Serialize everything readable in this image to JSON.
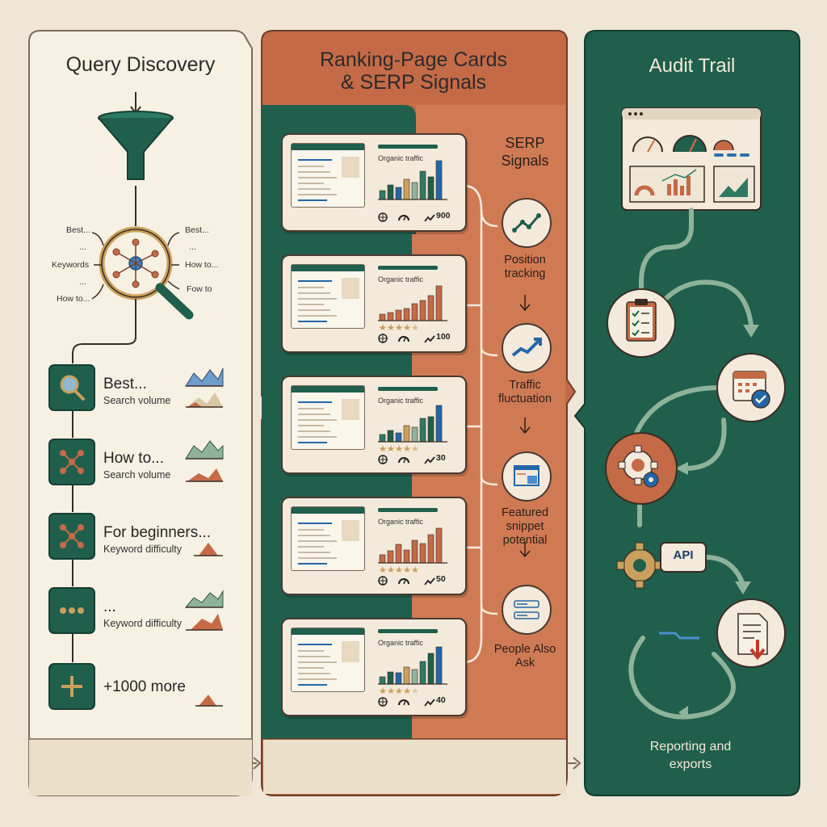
{
  "query": {
    "title": "Query Discovery",
    "magnifier_labels": {
      "left_top": "Best...",
      "left_dots": "...",
      "left_mid": "Keywords",
      "left_dots2": "...",
      "left_bottom": "How to...",
      "right_top": "Best...",
      "right_dots": "...",
      "right_mid": "How to...",
      "right_bottom": "Fow to"
    },
    "items": [
      {
        "label": "Best...",
        "sub": "Search volume",
        "icon": "magnifier-icon"
      },
      {
        "label": "How to...",
        "sub": "Search volume",
        "icon": "network-icon"
      },
      {
        "label": "For beginners...",
        "sub": "Keyword difficulty",
        "icon": "network-icon"
      },
      {
        "label": "...",
        "sub": "Keyword difficulty",
        "icon": "ellipsis-icon"
      },
      {
        "label": "+1000 more",
        "sub": "",
        "icon": "plus-icon"
      }
    ]
  },
  "ranking": {
    "title_line1": "Ranking-Page Cards",
    "title_line2": "& SERP Signals",
    "cards": [
      {
        "title": "Organic traffic",
        "value": "900",
        "bars": [
          0.22,
          0.35,
          0.3,
          0.5,
          0.42,
          0.7,
          0.55,
          0.95
        ],
        "stars": 0
      },
      {
        "title": "Organic traffic",
        "value": "100",
        "bars": [
          0.15,
          0.2,
          0.25,
          0.3,
          0.42,
          0.5,
          0.62,
          0.85
        ],
        "stars": 4.5
      },
      {
        "title": "Organic traffic",
        "value": "30",
        "bars": [
          0.18,
          0.28,
          0.22,
          0.4,
          0.35,
          0.58,
          0.62,
          0.9
        ],
        "stars": 4.5
      },
      {
        "title": "Organic traffic",
        "value": "50",
        "bars": [
          0.2,
          0.3,
          0.45,
          0.32,
          0.55,
          0.48,
          0.7,
          0.85
        ],
        "stars": 5
      },
      {
        "title": "Organic traffic",
        "value": "40",
        "bars": [
          0.18,
          0.3,
          0.28,
          0.42,
          0.36,
          0.55,
          0.75,
          0.92
        ],
        "stars": 4
      }
    ],
    "signals_title_line1": "SERP",
    "signals_title_line2": "Signals",
    "signals": [
      {
        "label": "Position tracking",
        "icon": "trend-line-icon"
      },
      {
        "label": "Traffic fluctuation",
        "icon": "trend-arrow-icon"
      },
      {
        "label": "Featured snippet potential",
        "icon": "snippet-window-icon"
      },
      {
        "label": "People Also Ask",
        "icon": "list-icon"
      }
    ]
  },
  "audit": {
    "title": "Audit Trail",
    "api_label": "API",
    "reporting_line1": "Reporting and",
    "reporting_line2": "exports",
    "icons": [
      "dashboard-icon",
      "clipboard-checklist-icon",
      "calendar-check-icon",
      "gear-icon",
      "api-gear-icon",
      "document-export-icon"
    ]
  },
  "colors": {
    "green": "#1f5f4c",
    "terracotta": "#c46a47",
    "cream": "#f6f0e2",
    "accent_gold": "#c9a15c"
  }
}
